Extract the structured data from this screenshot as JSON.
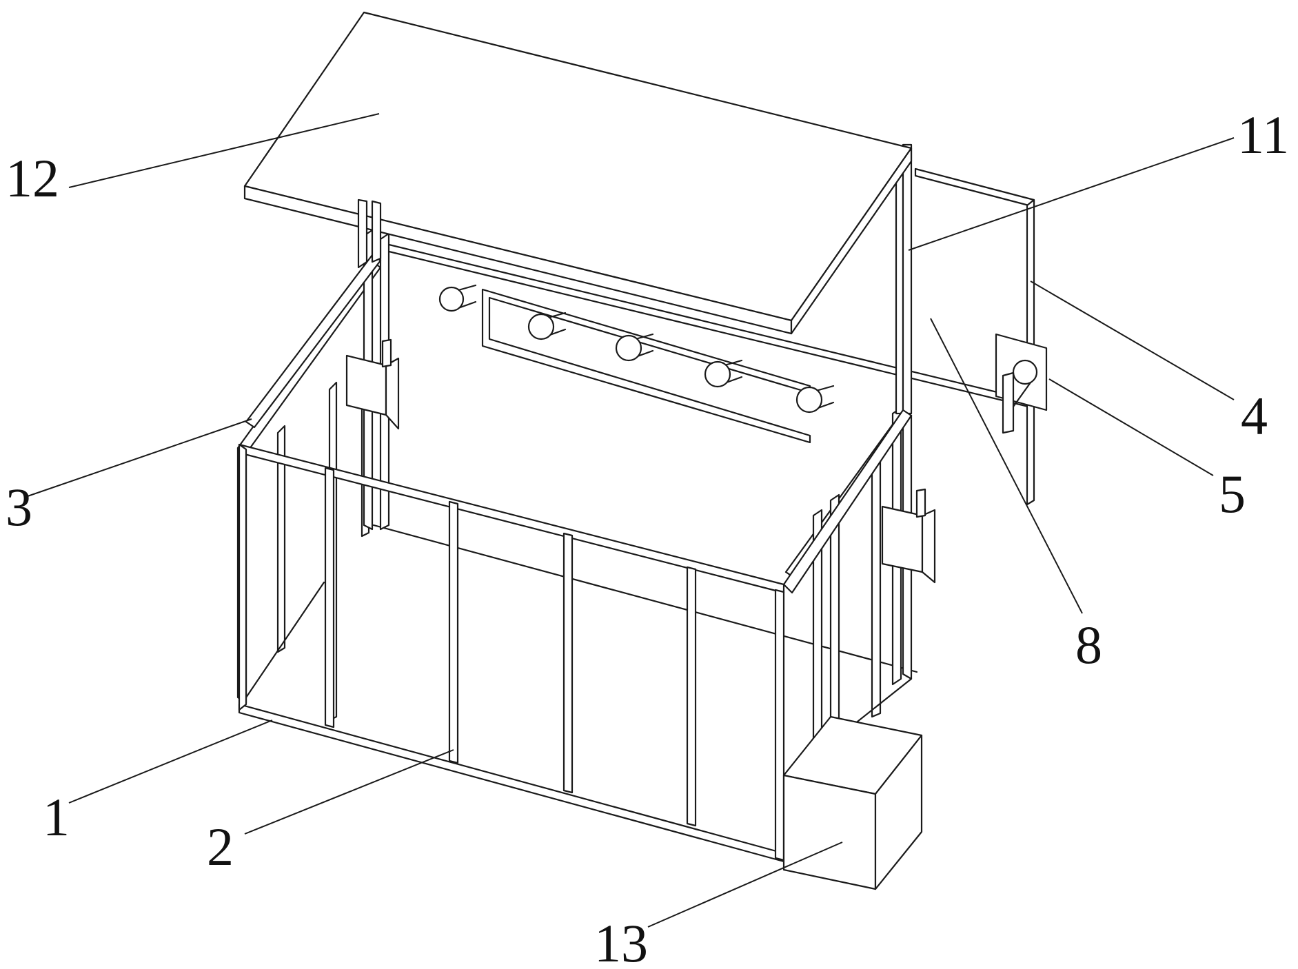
{
  "diagram": {
    "labels": {
      "l1": "1",
      "l2": "2",
      "l3": "3",
      "l4": "4",
      "l5": "5",
      "l8": "8",
      "l11": "11",
      "l12": "12",
      "l13": "13"
    }
  }
}
